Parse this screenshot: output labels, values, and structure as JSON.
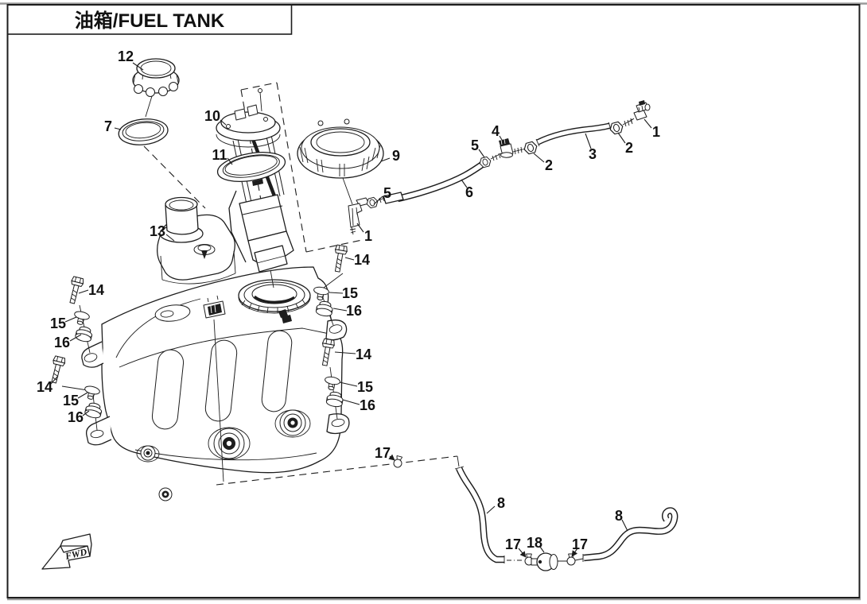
{
  "title": {
    "text": "油箱/FUEL TANK"
  },
  "colors": {
    "line": "#1d1d1d",
    "background": "#ffffff",
    "label": "#111111"
  },
  "diagram": {
    "fwd_marker": "FWD",
    "parts": [
      {
        "ref": "12",
        "name": "fuel-tank-cap",
        "label": [
          158,
          71
        ],
        "leader": [
          167,
          79,
          180,
          88
        ]
      },
      {
        "ref": "7",
        "name": "cap-seal-ring",
        "label": [
          136,
          159
        ],
        "leader": [
          144,
          161,
          152,
          163
        ]
      },
      {
        "ref": "10",
        "name": "fuel-pump-assembly",
        "label": [
          267,
          146
        ],
        "leader": [
          277,
          151,
          284,
          157
        ]
      },
      {
        "ref": "11",
        "name": "pump-o-ring",
        "label": [
          276,
          195
        ],
        "leader": [
          286,
          199,
          292,
          207
        ]
      },
      {
        "ref": "9",
        "name": "pump-lock-ring",
        "label": [
          498,
          196
        ],
        "leader": [
          490,
          199,
          479,
          203
        ]
      },
      {
        "ref": "13",
        "name": "fuel-tank-body",
        "label": [
          198,
          291
        ],
        "leader": [
          209,
          295,
          219,
          303
        ]
      },
      {
        "ref": "1",
        "name": "elbow-joint-right",
        "label": [
          825,
          166
        ],
        "leader": [
          819,
          161,
          810,
          150
        ]
      },
      {
        "ref": "2",
        "name": "pipe-nut-right",
        "label": [
          791,
          186
        ],
        "leader": [
          786,
          180,
          777,
          167
        ]
      },
      {
        "ref": "3",
        "name": "fuel-pipe",
        "label": [
          745,
          194
        ],
        "leader": [
          743,
          187,
          736,
          168
        ]
      },
      {
        "ref": "4",
        "name": "fuel-valve",
        "label": [
          623,
          165
        ],
        "leader": [
          628,
          171,
          634,
          181
        ]
      },
      {
        "ref": "5",
        "name": "pipe-joint-upper",
        "label": [
          597,
          183
        ],
        "leader": [
          602,
          188,
          609,
          198
        ]
      },
      {
        "ref": "2",
        "name": "pipe-nut-left",
        "label": [
          690,
          208
        ],
        "leader": [
          684,
          204,
          671,
          193
        ]
      },
      {
        "ref": "6",
        "name": "fuel-hose",
        "label": [
          590,
          242
        ],
        "leader": [
          587,
          236,
          580,
          226
        ]
      },
      {
        "ref": "5",
        "name": "pipe-joint-lower",
        "label": [
          487,
          243
        ],
        "leader": [
          481,
          247,
          470,
          257
        ]
      },
      {
        "ref": "1",
        "name": "elbow-joint-left",
        "label": [
          463,
          297
        ],
        "leader": [
          457,
          292,
          449,
          281
        ]
      },
      {
        "ref": "14",
        "name": "bolt-right-upper",
        "label": [
          455,
          327
        ],
        "leader": [
          445,
          327,
          434,
          324
        ]
      },
      {
        "ref": "15",
        "name": "washer-right-upper",
        "label": [
          440,
          369
        ],
        "leader": [
          431,
          369,
          414,
          368
        ]
      },
      {
        "ref": "16",
        "name": "grommet-right-upper",
        "label": [
          445,
          391
        ],
        "leader": [
          436,
          391,
          419,
          388
        ]
      },
      {
        "ref": "14",
        "name": "bolt-right-lower",
        "label": [
          457,
          446
        ],
        "leader": [
          447,
          445,
          421,
          443
        ]
      },
      {
        "ref": "15",
        "name": "washer-right-lower",
        "label": [
          459,
          487
        ],
        "leader": [
          449,
          486,
          427,
          481
        ]
      },
      {
        "ref": "16",
        "name": "grommet-right-lower",
        "label": [
          462,
          510
        ],
        "leader": [
          452,
          509,
          431,
          503
        ]
      },
      {
        "ref": "14",
        "name": "bolt-left-upper",
        "label": [
          121,
          365
        ],
        "leader": [
          111,
          365,
          99,
          369
        ]
      },
      {
        "ref": "15",
        "name": "washer-left-upper",
        "label": [
          73,
          407
        ],
        "leader": [
          82,
          405,
          96,
          399
        ]
      },
      {
        "ref": "16",
        "name": "grommet-left-upper",
        "label": [
          78,
          431
        ],
        "leader": [
          88,
          429,
          102,
          421
        ]
      },
      {
        "ref": "14",
        "name": "bolt-left-lower",
        "label": [
          56,
          487
        ],
        "leader": [
          64,
          483,
          73,
          473
        ]
      },
      {
        "ref": "15",
        "name": "washer-left-lower",
        "label": [
          89,
          504
        ],
        "leader": [
          98,
          501,
          110,
          494
        ]
      },
      {
        "ref": "16",
        "name": "grommet-left-lower",
        "label": [
          95,
          525
        ],
        "leader": [
          104,
          523,
          112,
          517
        ]
      },
      {
        "ref": "17",
        "name": "hose-clamp-upper",
        "label": [
          481,
          570
        ],
        "leader": [
          490,
          574,
          496,
          579
        ],
        "arrow": true
      },
      {
        "ref": "8",
        "name": "vent-hose-left",
        "label": [
          630,
          633
        ],
        "leader": [
          622,
          637,
          612,
          646
        ]
      },
      {
        "ref": "17",
        "name": "hose-clamp-middle",
        "label": [
          645,
          685
        ],
        "leader": [
          652,
          690,
          661,
          701
        ],
        "arrow": true
      },
      {
        "ref": "18",
        "name": "one-way-valve",
        "label": [
          672,
          683
        ],
        "leader": [
          679,
          688,
          684,
          695
        ]
      },
      {
        "ref": "17",
        "name": "hose-clamp-right",
        "label": [
          729,
          685
        ],
        "leader": [
          726,
          690,
          719,
          700
        ],
        "arrow": true
      },
      {
        "ref": "8",
        "name": "vent-hose-right",
        "label": [
          778,
          649
        ],
        "leader": [
          782,
          654,
          789,
          668
        ]
      }
    ]
  }
}
